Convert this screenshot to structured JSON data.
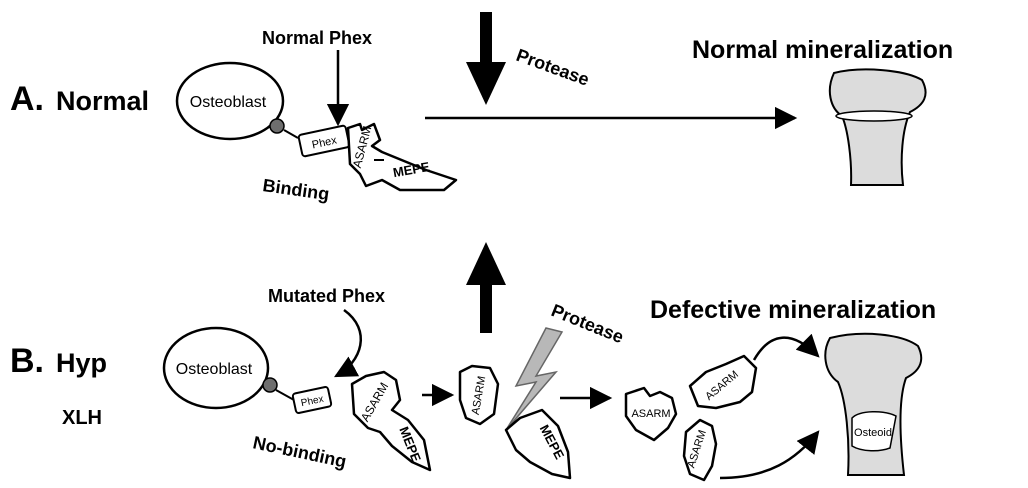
{
  "panel_a": {
    "label_letter": "A.",
    "label_text": "Normal",
    "osteoblast": "Osteoblast",
    "phex_pointer": "Normal Phex",
    "phex": "Phex",
    "asarm": "ASARM",
    "mepe": "MEPE",
    "binding": "Binding",
    "protease": "Protease",
    "outcome": "Normal mineralization"
  },
  "panel_b": {
    "label_letter": "B.",
    "label_text": "Hyp",
    "sublabel": "XLH",
    "osteoblast": "Osteoblast",
    "phex_pointer": "Mutated Phex",
    "phex": "Phex",
    "asarm": "ASARM",
    "mepe": "MEPE",
    "binding": "No-binding",
    "protease": "Protease",
    "outcome": "Defective mineralization",
    "osteoid": "Osteoid"
  },
  "colors": {
    "ink": "#000000",
    "bone_fill": "#dcdcdc",
    "protease_bolt": "#b8b8b8",
    "osteoblast_dot": "#6e6e6e"
  }
}
